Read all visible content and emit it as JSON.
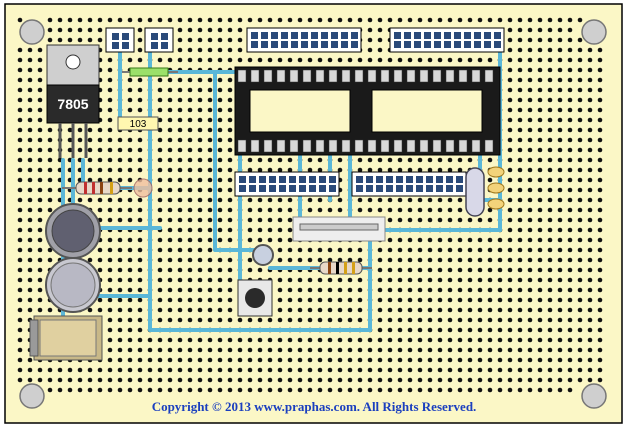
{
  "board": {
    "background": "#fbf7c6",
    "border": "#000000",
    "hole_color": "#111111",
    "trace_color": "#5bb7d8"
  },
  "regulator": {
    "label": "7805"
  },
  "trimmer": {
    "label": "103"
  },
  "copyright": "Copyright © 2013 www.praphas.com. All Rights Reserved."
}
